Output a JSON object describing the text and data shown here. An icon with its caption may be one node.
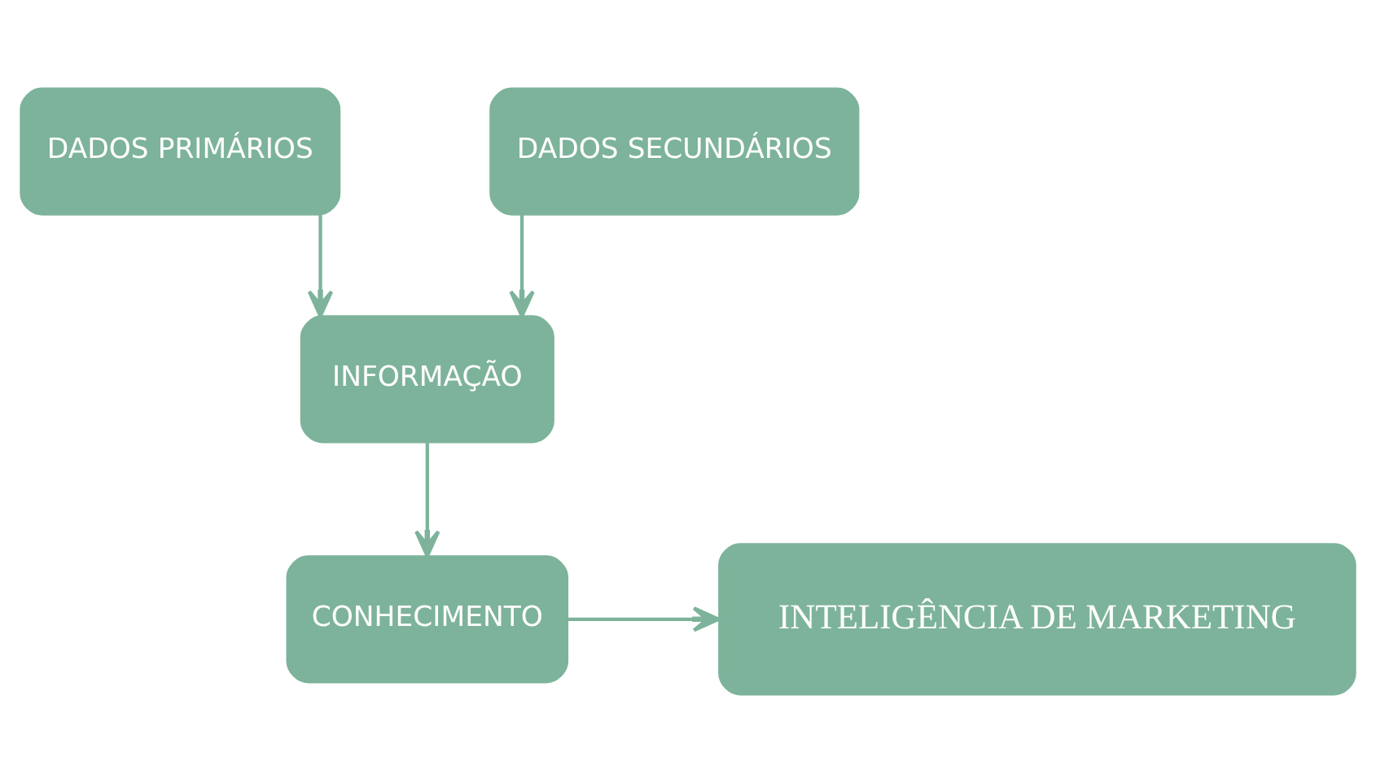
{
  "diagram": {
    "nodes": [
      {
        "text": [
          "DADOS PRIMÁRIOS"
        ]
      },
      {
        "text": [
          "DADOS SECUNDÁRIOS"
        ]
      },
      {
        "text": [
          "INFORMAÇÃO"
        ]
      },
      {
        "text": [
          "CONHECIMENTO"
        ]
      },
      {
        "text": [
          "INTELIGÊNCIA DE MARKETING"
        ]
      }
    ],
    "edges": [
      {
        "from": 0,
        "to": 2,
        "arrow": "to"
      },
      {
        "from": 1,
        "to": 2,
        "arrow": "to"
      },
      {
        "from": 2,
        "to": 3,
        "arrow": "to"
      },
      {
        "from": 3,
        "to": 4,
        "arrow": "to"
      }
    ]
  }
}
